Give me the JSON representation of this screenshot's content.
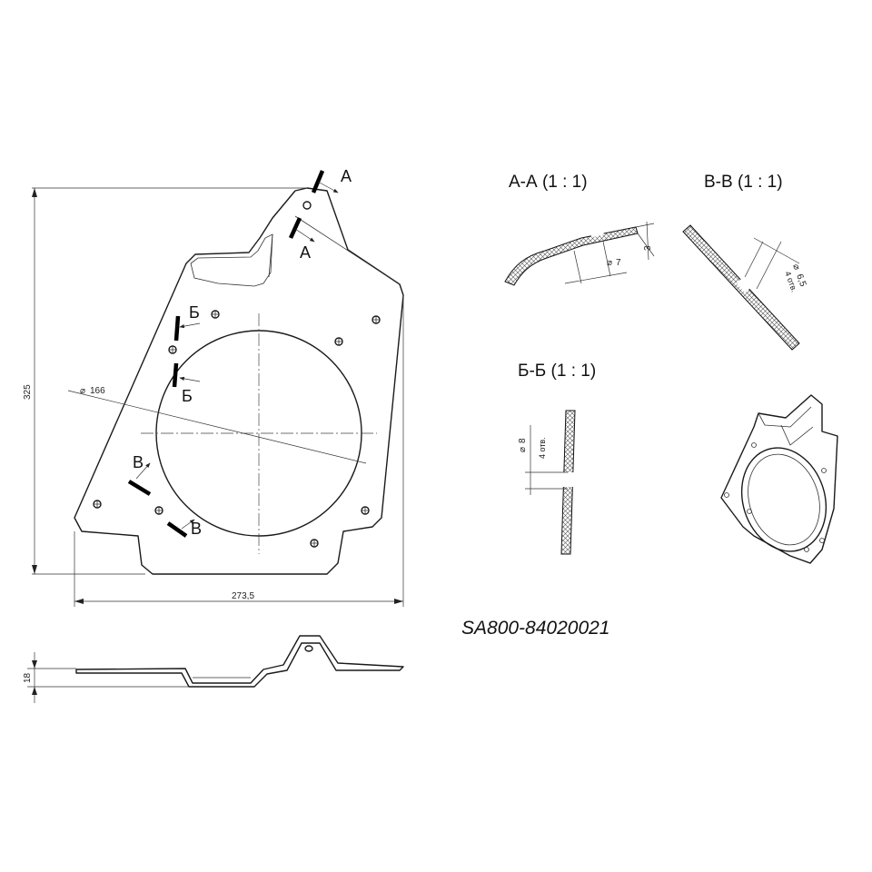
{
  "part_number": "SA800-84020021",
  "sections": {
    "aa": "А-А (1 : 1)",
    "vv": "В-В (1 : 1)",
    "bb": "Б-Б (1 : 1)"
  },
  "cut_labels": {
    "a": "А",
    "b": "Б",
    "v": "В"
  },
  "dimensions": {
    "height": "325",
    "width": "273,5",
    "diameter": "166",
    "thickness": "18",
    "aa_dia": "7",
    "aa_depth": "3",
    "vv_dia": "6,5",
    "vv_holes": "4 отв.",
    "bb_dia": "8",
    "bb_holes": "4 отв."
  },
  "symbols": {
    "diameter": "⌀"
  }
}
